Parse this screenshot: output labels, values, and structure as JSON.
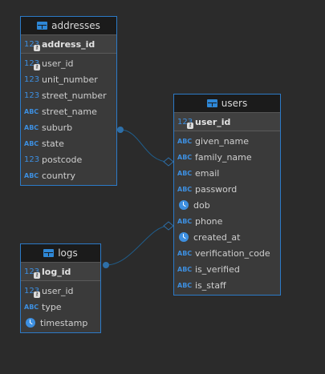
{
  "entities": {
    "addresses": {
      "name": "addresses",
      "pk": {
        "type": "123",
        "name": "address_id"
      },
      "columns": [
        {
          "type": "123",
          "name": "user_id",
          "fk": true
        },
        {
          "type": "123",
          "name": "unit_number"
        },
        {
          "type": "123",
          "name": "street_number"
        },
        {
          "type": "ABC",
          "name": "street_name"
        },
        {
          "type": "ABC",
          "name": "suburb"
        },
        {
          "type": "ABC",
          "name": "state"
        },
        {
          "type": "123",
          "name": "postcode"
        },
        {
          "type": "ABC",
          "name": "country"
        }
      ]
    },
    "users": {
      "name": "users",
      "pk": {
        "type": "123",
        "name": "user_id"
      },
      "columns": [
        {
          "type": "ABC",
          "name": "given_name"
        },
        {
          "type": "ABC",
          "name": "family_name"
        },
        {
          "type": "ABC",
          "name": "email"
        },
        {
          "type": "ABC",
          "name": "password"
        },
        {
          "type": "clock",
          "name": "dob"
        },
        {
          "type": "ABC",
          "name": "phone"
        },
        {
          "type": "clock",
          "name": "created_at"
        },
        {
          "type": "ABC",
          "name": "verification_code"
        },
        {
          "type": "ABC",
          "name": "is_verified"
        },
        {
          "type": "ABC",
          "name": "is_staff"
        }
      ]
    },
    "logs": {
      "name": "logs",
      "pk": {
        "type": "123",
        "name": "log_id"
      },
      "columns": [
        {
          "type": "123",
          "name": "user_id",
          "fk": true
        },
        {
          "type": "ABC",
          "name": "type"
        },
        {
          "type": "clock",
          "name": "timestamp"
        }
      ]
    }
  },
  "relations": [
    {
      "from": "addresses",
      "to": "users"
    },
    {
      "from": "logs",
      "to": "users"
    }
  ],
  "colors": {
    "background": "#2b2b2b",
    "accent": "#2c7ac7",
    "link": "#1f5f8f"
  },
  "icons": {
    "table": "table-icon",
    "numeric": "123-type-icon",
    "text": "abc-type-icon",
    "datetime": "clock-icon",
    "key": "key-icon"
  }
}
